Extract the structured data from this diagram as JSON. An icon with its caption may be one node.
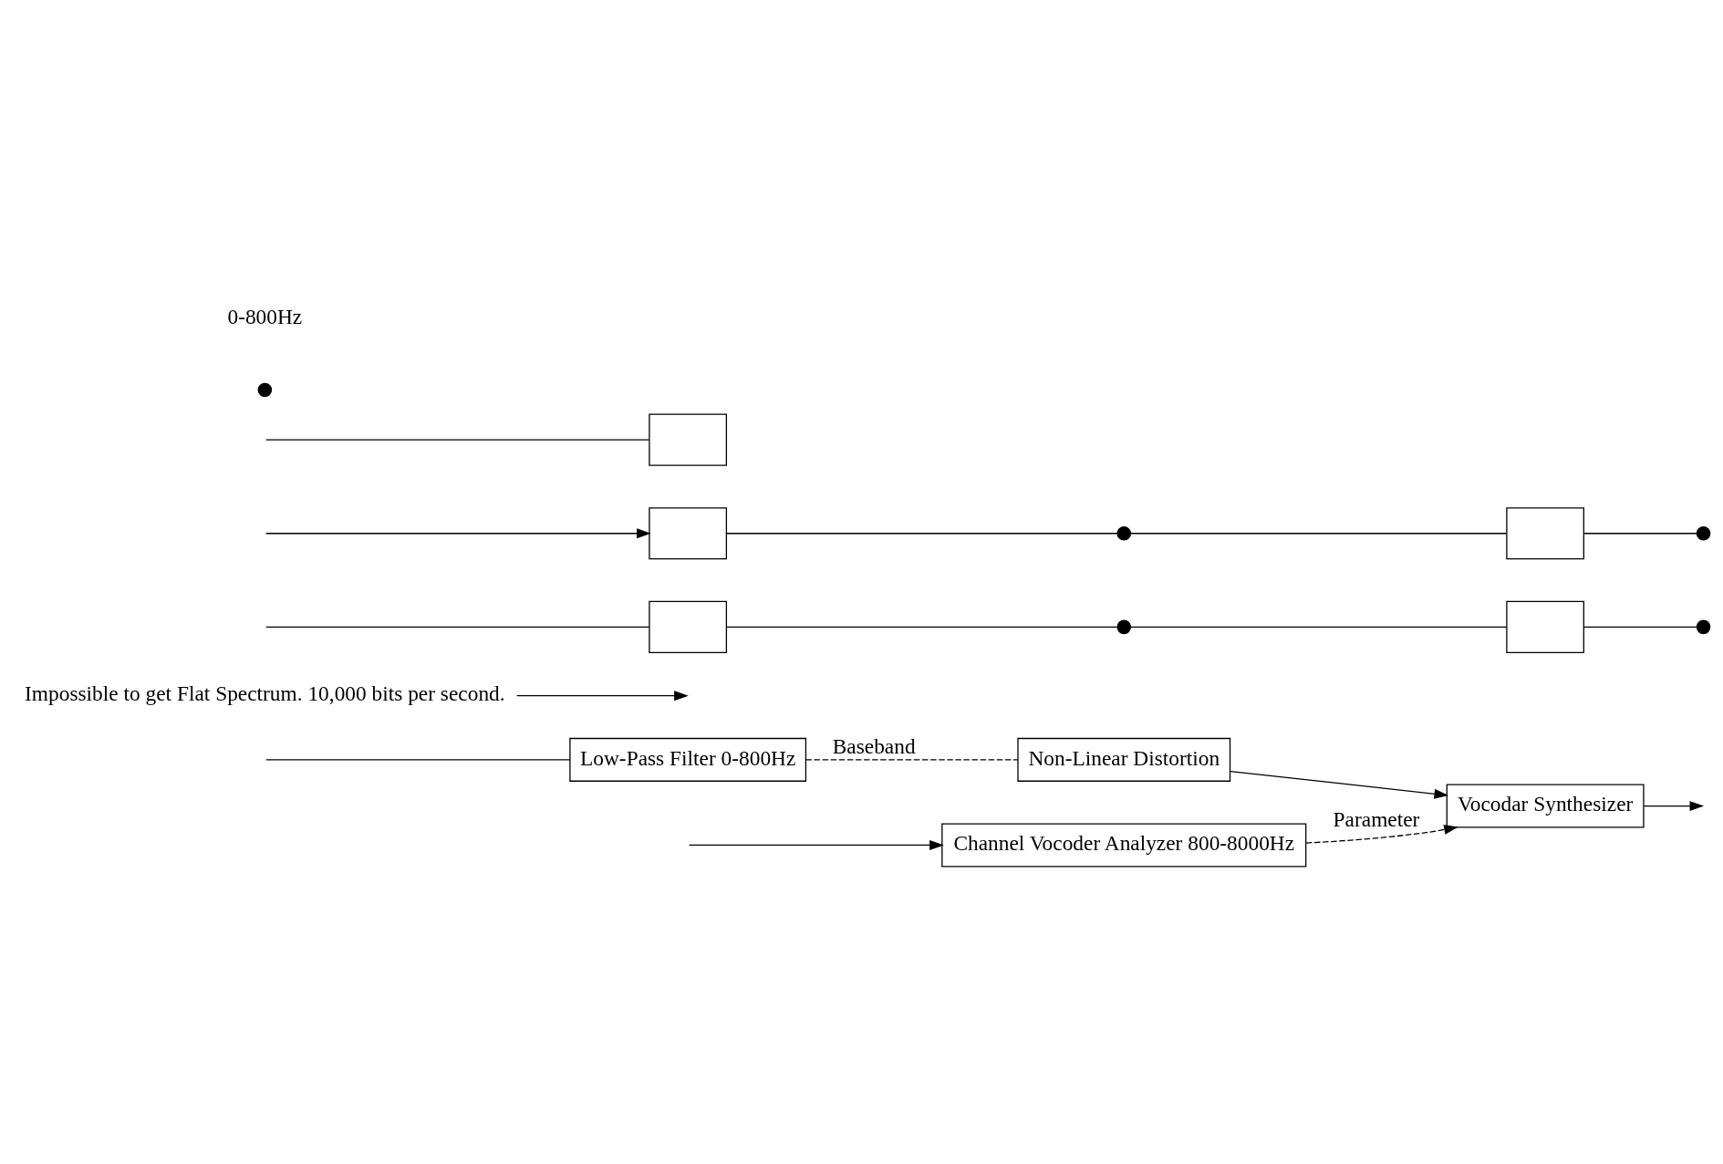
{
  "diagram": {
    "nodes": [
      {
        "text": [
          "Channel Vocoder Analyzer 800-8000Hz"
        ]
      },
      {
        "text": [
          "Vocodar Synthesizer"
        ]
      },
      {
        "text": [
          "Low-Pass Filter 0-800Hz"
        ]
      },
      {
        "text": [
          "Non-Linear Distortion"
        ]
      },
      {
        "text": [
          "Impossible to get Flat Spectrum. 10,000 bits per second."
        ]
      },
      {
        "text": [],
        "shape": "box"
      },
      {
        "text": [],
        "shape": "circle"
      },
      {
        "text": [],
        "shape": "box"
      },
      {
        "text": [],
        "shape": "circle"
      },
      {
        "text": [],
        "shape": "box"
      },
      {
        "text": [],
        "shape": "circle"
      },
      {
        "text": [],
        "shape": "box"
      },
      {
        "text": [],
        "shape": "circle"
      },
      {
        "text": [],
        "shape": "box"
      },
      {
        "text": [],
        "shape": "circle"
      }
    ],
    "edges": [
      {
        "from": null,
        "to": 0,
        "arrow": "to"
      },
      {
        "from": null,
        "to": 2,
        "arrow": "none"
      },
      {
        "from": 0,
        "to": 1,
        "arrow": "to",
        "label": "Parameter",
        "style": "dashed"
      },
      {
        "from": 2,
        "to": 3,
        "arrow": "none",
        "label": "Baseband",
        "style": "dashed"
      },
      {
        "from": 3,
        "to": 1,
        "arrow": "to"
      },
      {
        "from": 1,
        "to": null,
        "arrow": "to"
      },
      {
        "from": 4,
        "to": null,
        "arrow": "to"
      },
      {
        "from": null,
        "to": 5,
        "arrow": "none"
      },
      {
        "from": null,
        "to": 9,
        "arrow": "to"
      },
      {
        "from": null,
        "to": 13,
        "arrow": "none"
      },
      {
        "from": 5,
        "to": 6,
        "arrow": "none"
      },
      {
        "from": 6,
        "to": 7,
        "arrow": "none"
      },
      {
        "from": 7,
        "to": 8,
        "arrow": "none"
      },
      {
        "from": 9,
        "to": 10,
        "arrow": "none"
      },
      {
        "from": 10,
        "to": 11,
        "arrow": "none"
      },
      {
        "from": 11,
        "to": 12,
        "arrow": "none"
      }
    ],
    "labels": [
      "0-800Hz"
    ]
  }
}
